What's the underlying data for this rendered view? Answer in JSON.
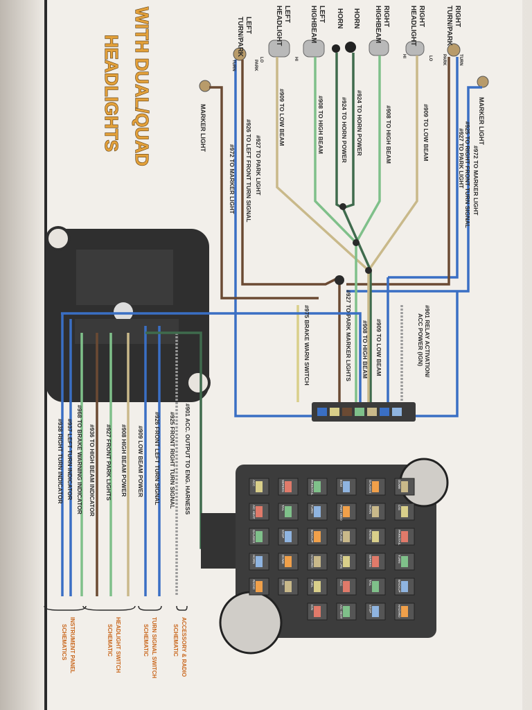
{
  "title_line1": "WITH DUAL/QUAD",
  "title_line2": "HEADLIGHTS",
  "top_labels": {
    "right_turn_park": [
      "RIGHT",
      "TURN/PARK"
    ],
    "right_headlight": [
      "RIGHT",
      "HEADLIGHT"
    ],
    "right_highbeam": [
      "RIGHT",
      "HIGHBEAM"
    ],
    "horn1": "HORN",
    "horn2": "HORN",
    "left_highbeam": [
      "LEFT",
      "HIGHBEAM"
    ],
    "left_headlight": [
      "LEFT",
      "HEADLIGHT"
    ],
    "left_turn_park": [
      "LEFT",
      "TURN/PARK"
    ]
  },
  "small_tags": {
    "turn": "TURN",
    "park": "PARK",
    "hi": "HI",
    "lo": "LO"
  },
  "marker_light": "MARKER LIGHT",
  "wire_labels": {
    "w972_right": "#972 TO MARKER LIGHT",
    "w925": "#925 TO RIGHT FRONT TURN SIGNAL",
    "w927_right": "#927 TO PARK LIGHT",
    "w909_right": "#909 TO LOW BEAM",
    "w908_right": "#908 TO HIGH BEAM",
    "w924_a": "#924 TO HORN POWER",
    "w924_b": "#924 TO HORN POWER",
    "w908_left": "#908 TO HIGH BEAM",
    "w909_left": "#909 TO LOW BEAM",
    "w927_left": "#927 TO PARK LIGHT",
    "w926": "#926 TO LEFT FRONT TURN SIGNAL",
    "w972_left": "#972 TO MARKER LIGHT"
  },
  "mid_labels": {
    "w901": [
      "#901 RELAY ACTIVATION/",
      "ACC POWER (IGN)"
    ],
    "w909": "#909 TO LOW BEAM",
    "w908": "#908 TO HIGH BEAM",
    "w927": "#927 TO PARK MARKER LIGHTS",
    "w975": "#975 BRAKE WARN SWITCH"
  },
  "harness_labels": [
    "#901 ACC. OUTPUT TO ENG. HARNESS",
    "#925 FRONT RIGHT TURN SIGNAL",
    "#926 FRONT LEFT TURN SIGNAL",
    "#909 LOW BEAM POWER",
    "#908 HIGH BEAM POWER",
    "#927 FRONT PARK LIGHTS",
    "#936 TO HIGH BEAM INDICATOR",
    "#968 TO BRAKE WARNING INDICATOR",
    "#937 LEFT TURN INDICATOR",
    "#938 RIGHT TURN INDICATOR"
  ],
  "schematic_refs": [
    [
      "ACCESSORY & RADIO",
      "SCHEMATIC"
    ],
    [
      "TURN SIGNAL SWITCH",
      "SCHEMATIC"
    ],
    [
      "HEADLIGHT SWITCH",
      "SCHEMATIC"
    ],
    [
      "INSTRUMENT PANEL",
      "SCHEMATICS"
    ]
  ],
  "fuse_labels": [
    "ACC",
    "A/C HEAT",
    "GAUGES",
    "HORN",
    "RADIO",
    "WIPERS",
    "TAIL",
    "STOP",
    "DOME",
    "CIG",
    "PARK/TAIL",
    "TURN",
    "BACKUP",
    "HAZARD",
    "FUEL",
    "IGN",
    "ECM",
    "PWR WDO",
    "CRUISE",
    "INST LPS"
  ],
  "colors": {
    "blue": "#3a6fc4",
    "brown": "#6b4a33",
    "tan": "#c9b98a",
    "green": "#7fc08a",
    "dkgreen": "#3f6b4d",
    "lightblue": "#8fb4e0",
    "grey": "#9a9a9a",
    "yellow": "#d9cf8a",
    "title": "#e2a03a",
    "box": "#2f2f2f",
    "ref_orange": "#c9681f"
  }
}
